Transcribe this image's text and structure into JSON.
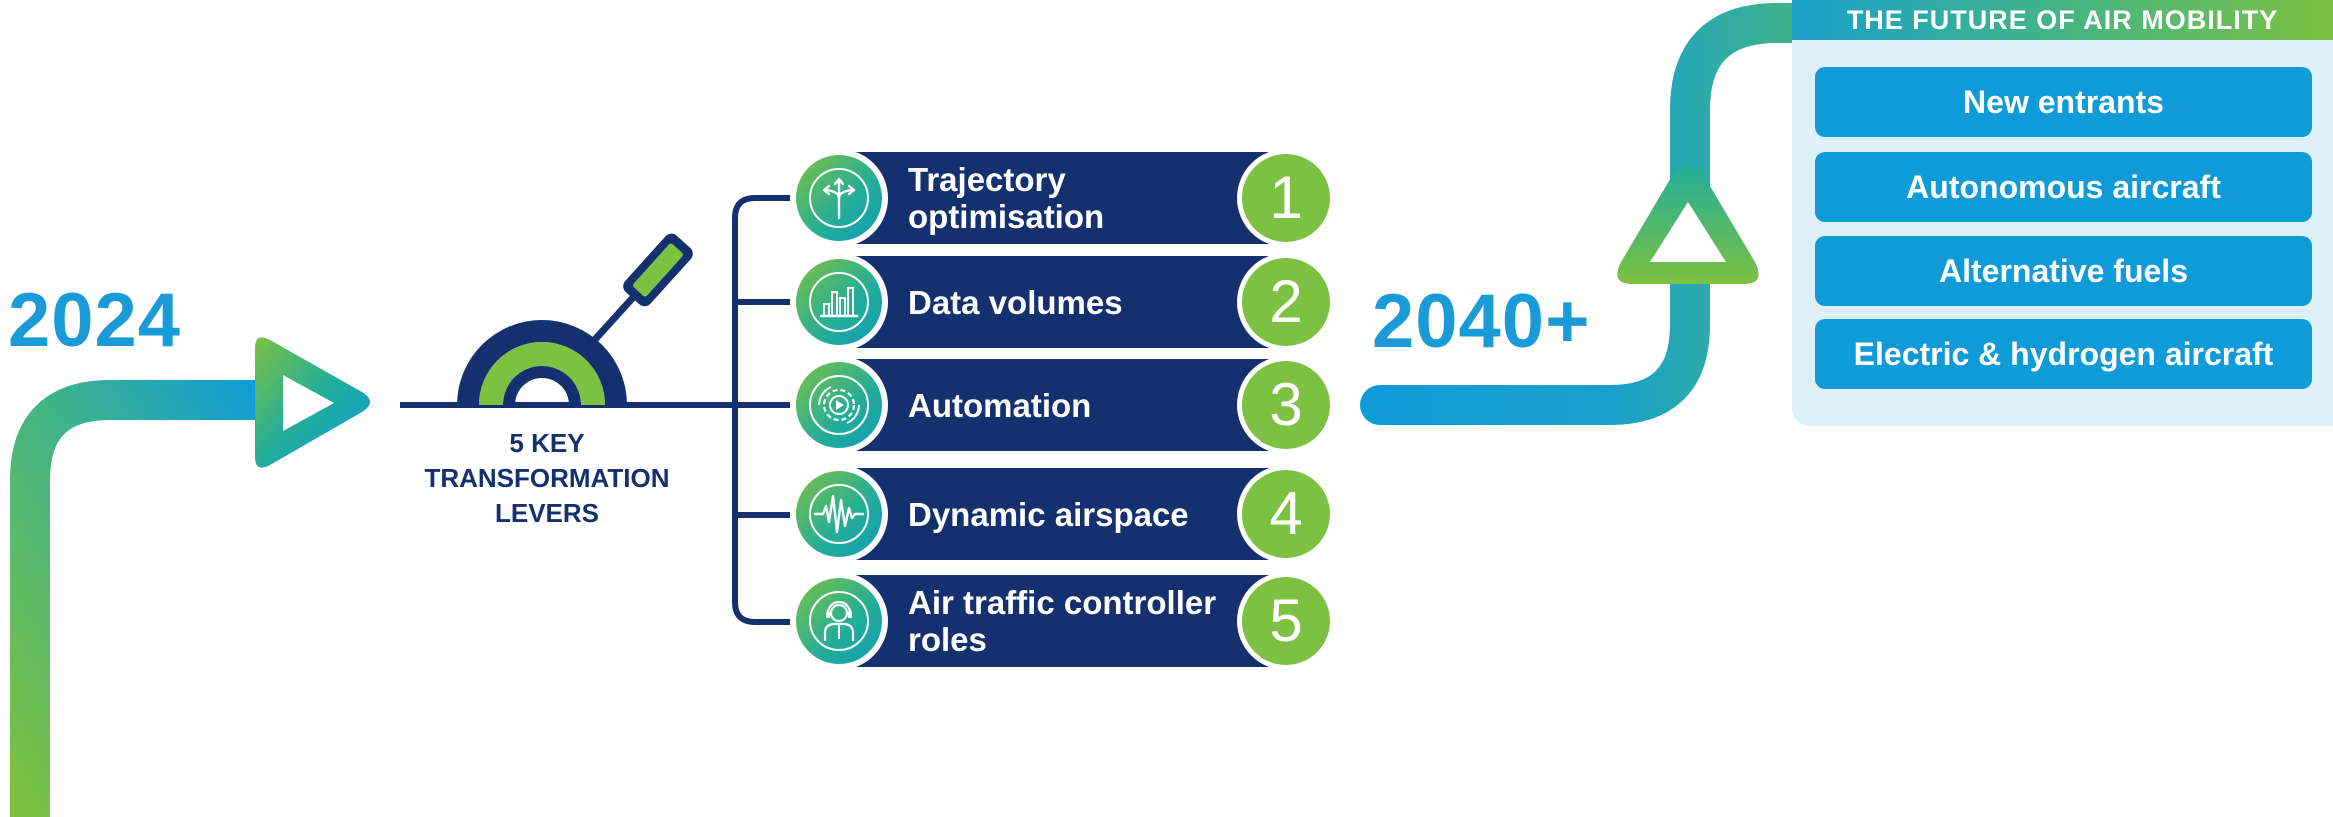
{
  "timeline": {
    "start_year": "2024",
    "end_year": "2040+"
  },
  "levers": {
    "caption": "5 KEY TRANSFORMATION LEVERS",
    "items": [
      {
        "number": "1",
        "label": "Trajectory optimisation",
        "icon": "arrows-split-icon"
      },
      {
        "number": "2",
        "label": "Data volumes",
        "icon": "bar-chart-icon"
      },
      {
        "number": "3",
        "label": "Automation",
        "icon": "gear-play-icon"
      },
      {
        "number": "4",
        "label": "Dynamic airspace",
        "icon": "waveform-icon"
      },
      {
        "number": "5",
        "label": "Air traffic controller roles",
        "icon": "controller-headset-icon"
      }
    ]
  },
  "future": {
    "title": "THE FUTURE OF AIR MOBILITY",
    "items": [
      {
        "label": "New entrants"
      },
      {
        "label": "Autonomous aircraft"
      },
      {
        "label": "Alternative fuels"
      },
      {
        "label": "Electric & hydrogen aircraft"
      }
    ]
  },
  "colors": {
    "navy": "#14306f",
    "green": "#7cc142",
    "blue": "#1a9bd7",
    "teal": "#22ad9a",
    "panel_bg": "#ddf0f7",
    "item_blue": "#0f9ad8"
  }
}
